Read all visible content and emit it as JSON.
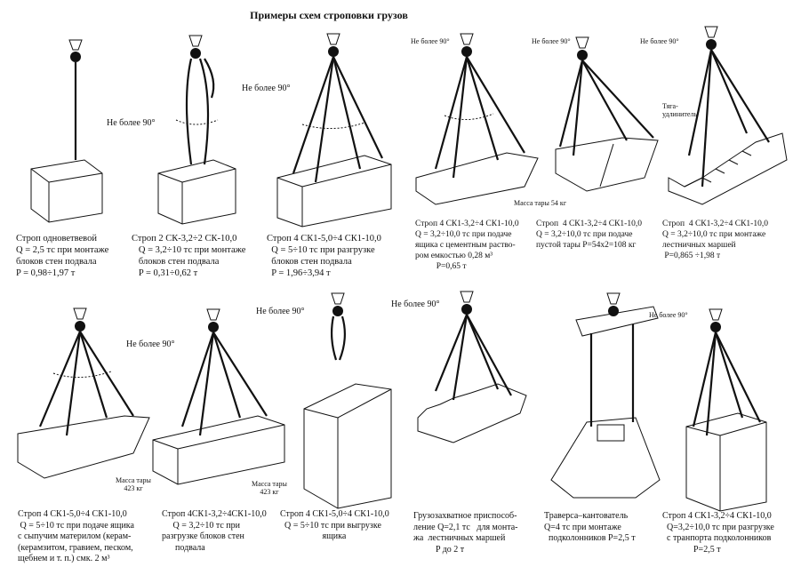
{
  "title": "Примеры схем строповки грузов",
  "angle_label": "Не более 90°",
  "row1": [
    {
      "lines": [
        "Строп одноветвевой",
        "Q = 2,5 тс при монтаже",
        "блоков стен подвала",
        "P = 0,98÷1,97 т"
      ]
    },
    {
      "lines": [
        "Строп 2 СК-3,2÷2 СК-10,0",
        "   Q = 3,2÷10 тс при монтаже",
        "   блоков стен подвала",
        "   P = 0,31÷0,62 т"
      ]
    },
    {
      "lines": [
        "Строп 4 СК1-5,0÷4 СК1-10,0",
        "  Q = 5÷10 тс при разгрузке",
        "  блоков стен подвала",
        "  P = 1,96÷3,94 т"
      ]
    },
    {
      "lines": [
        "Строп 4 СК1-3,2÷4 СК1-10,0",
        "Q = 3,2÷10,0 тс при подаче",
        "ящика с цементным раство-",
        "ром емкостью 0,28 м³",
        "          P=0,65 т"
      ]
    },
    {
      "lines": [
        "Строп  4 СК1-3,2÷4 СК1-10,0",
        "Q = 3,2÷10,0 тс при подаче",
        "пустой тары P=54х2=108 кг"
      ]
    },
    {
      "lines": [
        "Строп  4 СК1-3,2÷4 СК1-10,0",
        "Q = 3,2÷10,0 тс при монтаже",
        "лестничных маршей",
        " P=0,865 ÷1,98 т"
      ]
    }
  ],
  "row2": [
    {
      "lines": [
        "Строп 4 СК1-5,0÷4 СК1-10,0",
        " Q = 5÷10 тс при подаче ящика",
        "с сыпучим материлом (керам-",
        "(керамзитом, гравием, песком,",
        "щебнем и т. п.) смк. 2 м³"
      ]
    },
    {
      "lines": [
        "Строп 4СК1-3,2÷4СК1-10,0",
        "     Q = 3,2÷10 тс при",
        "разгрузке блоков стен",
        "      подвала"
      ]
    },
    {
      "lines": [
        "Строп 4 СК1-5,0÷4 СК1-10,0",
        "  Q = 5÷10 тс при выгрузке",
        "                   ящика"
      ]
    },
    {
      "lines": [
        "Грузозахватное приспособ-",
        "ление Q=2,1 тс   для монта-",
        "жа  лестничных маршей",
        "          P до 2 т"
      ]
    },
    {
      "lines": [
        "Траверса–кантователь",
        "Q=4 тс при монтаже",
        "  подколонников P=2,5 т"
      ]
    },
    {
      "lines": [
        "Строп 4 СК1-3,2÷4 СК1-10,0",
        "  Q=3,2÷10,0 тс при разгрузке",
        "  с транпорта подколонников",
        "              P=2,5 т"
      ]
    }
  ],
  "annotations": {
    "tare_54": "Масса тары 54 кг",
    "extension_rod": "Тяга-\nудлинитель",
    "tare_423_a": "Масса тары\n423 кг",
    "tare_423_b": "Масса тары\n423 кг"
  }
}
